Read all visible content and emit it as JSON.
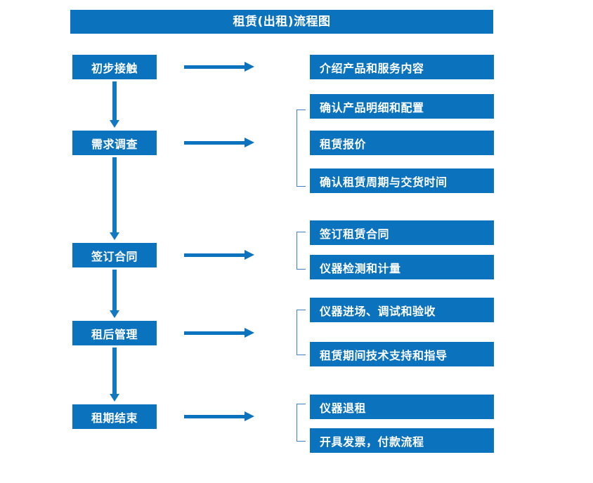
{
  "title": "租赁(出租)流程图",
  "colors": {
    "box_fill": "#0b72bd",
    "box_text": "#ffffff",
    "arrow": "#0b72bd",
    "vertical_arrow": "#1278bf",
    "bracket": "#3f7fc1",
    "background": "#ffffff"
  },
  "stages": [
    {
      "label": "初步接触"
    },
    {
      "label": "需求调查"
    },
    {
      "label": "签订合同"
    },
    {
      "label": "租后管理"
    },
    {
      "label": "租期结束"
    }
  ],
  "details": {
    "group1": [
      {
        "label": "介绍产品和服务内容"
      }
    ],
    "group2": [
      {
        "label": "确认产品明细和配置"
      },
      {
        "label": "租赁报价"
      },
      {
        "label": "确认租赁周期与交货时间"
      }
    ],
    "group3": [
      {
        "label": "签订租赁合同"
      },
      {
        "label": "仪器检测和计量"
      }
    ],
    "group4": [
      {
        "label": "仪器进场、调试和验收"
      },
      {
        "label": "租赁期间技术支持和指导"
      }
    ],
    "group5": [
      {
        "label": "仪器退租"
      },
      {
        "label": "开具发票，付款流程"
      }
    ]
  }
}
